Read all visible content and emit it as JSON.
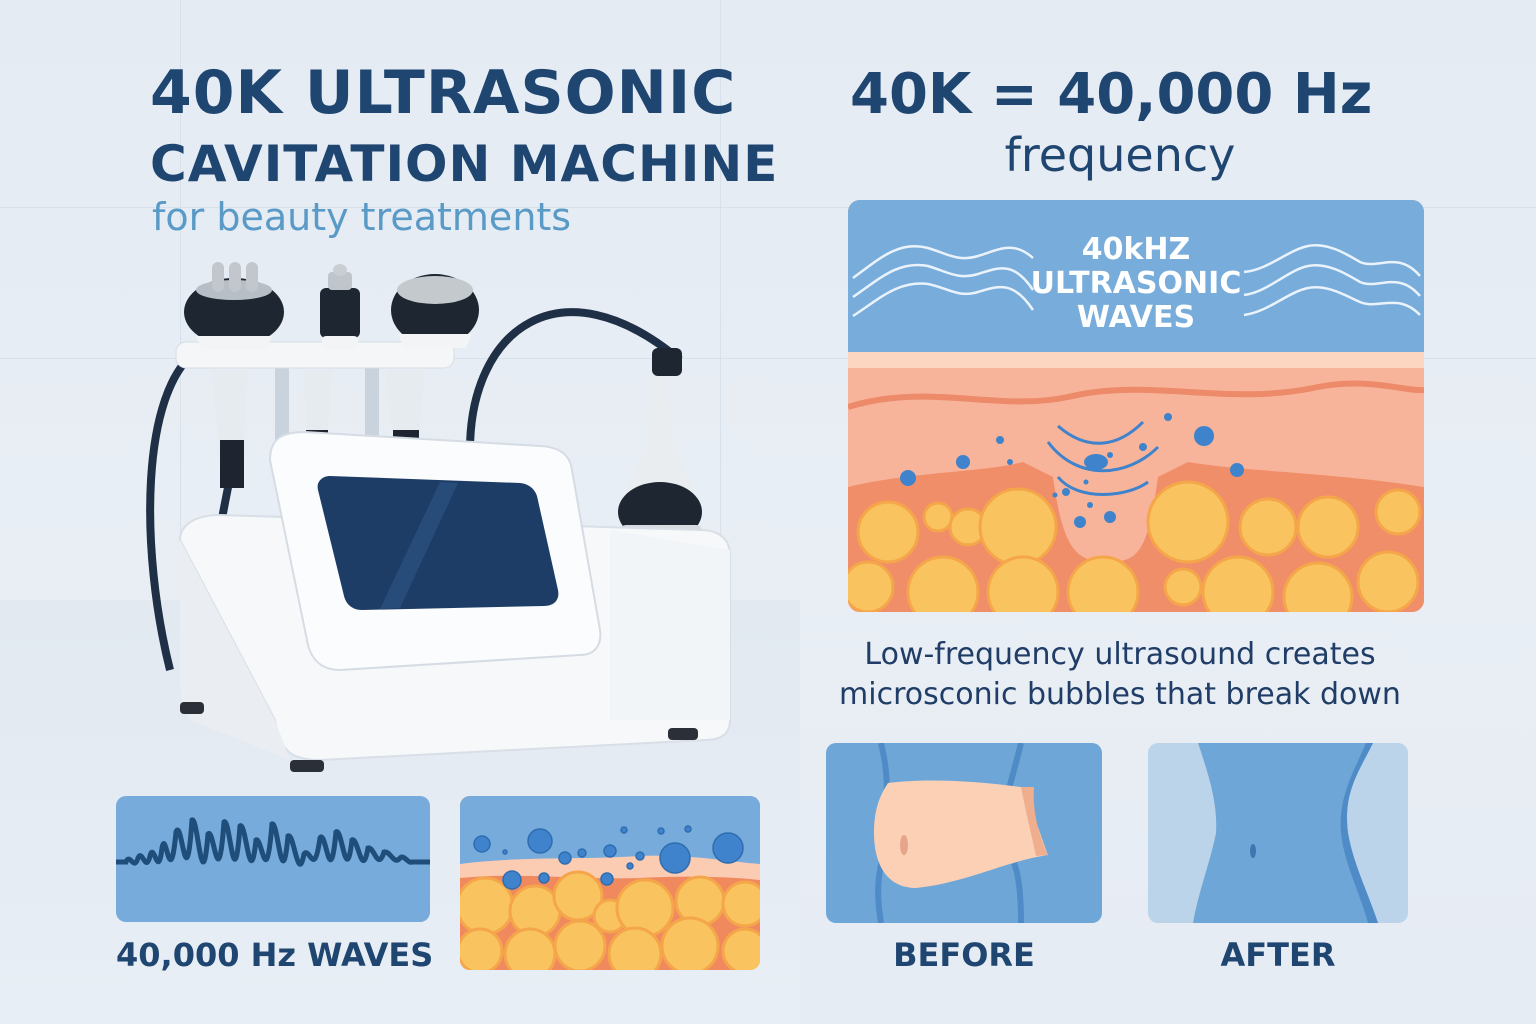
{
  "header": {
    "title_line1": "40K ULTRASONIC",
    "title_line2": "CAVITATION MACHINE",
    "subtitle": "for beauty treatments"
  },
  "frequency": {
    "equation": "40K = 40,000 Hz",
    "label": "frequency"
  },
  "wave_diagram": {
    "label_line1": "40kHZ",
    "label_line2": "ULTRASONIC",
    "label_line3": "WAVES"
  },
  "caption": {
    "line1": "Low-frequency ultrasound creates",
    "line2": "microsconic bubbles that break down"
  },
  "comparison": {
    "before_label": "BEFORE",
    "after_label": "AFTER"
  },
  "bottom_left": {
    "waveform_label": "40,000 Hz WAVES"
  },
  "colors": {
    "title": "#1f4571",
    "subtitle": "#5a9ac6",
    "panel_blue": "#76abdb",
    "skin": "#f6b9a0",
    "fat": "#f7c45c",
    "bubble": "#3f83cc",
    "background": "#e7edf4"
  }
}
